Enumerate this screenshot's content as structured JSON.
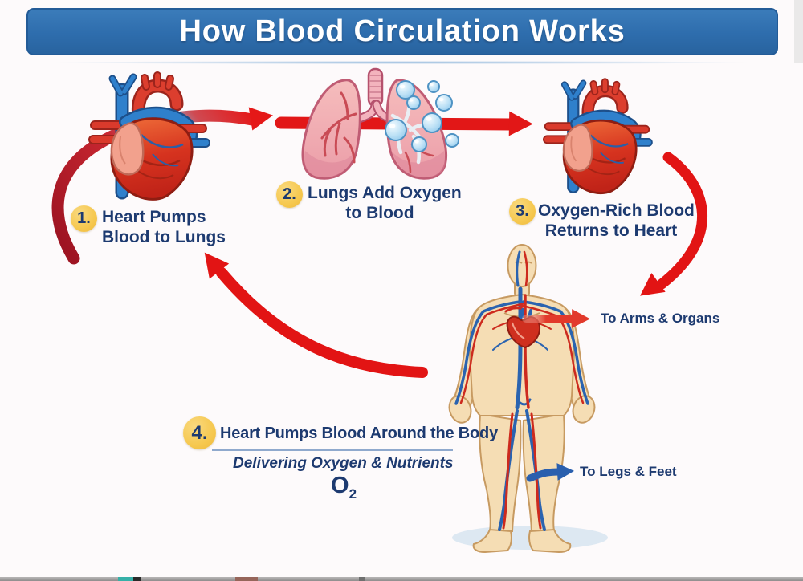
{
  "title": {
    "text": "How Blood Circulation Works"
  },
  "steps": [
    {
      "number": "1.",
      "lines": [
        "Heart Pumps",
        "Blood to Lungs"
      ]
    },
    {
      "number": "2.",
      "lines": [
        "Lungs Add Oxygen",
        "to Blood"
      ]
    },
    {
      "number": "3.",
      "lines": [
        "Oxygen-Rich Blood",
        "Returns to Heart"
      ]
    },
    {
      "number": "4.",
      "lines": [
        "Heart Pumps Blood Around the Body"
      ],
      "subtitle": "Delivering Oxygen & Nutrients",
      "molecule": {
        "symbol": "O",
        "subscript": "2"
      }
    }
  ],
  "body_labels": {
    "arms": "To Arms & Organs",
    "legs": "To Legs & Feet"
  },
  "colors": {
    "banner_blue": "#2e6dad",
    "navy_text": "#1d3a70",
    "circle_yellow": "#f6c84f",
    "arrow_red": "#e21717",
    "arrow_blue": "#2a5fae",
    "lung_pink": "#f2b3b6",
    "heart_red": "#d6331f",
    "skin_tone": "#f5ddb4",
    "bubble_blue": "#aed9f2"
  }
}
